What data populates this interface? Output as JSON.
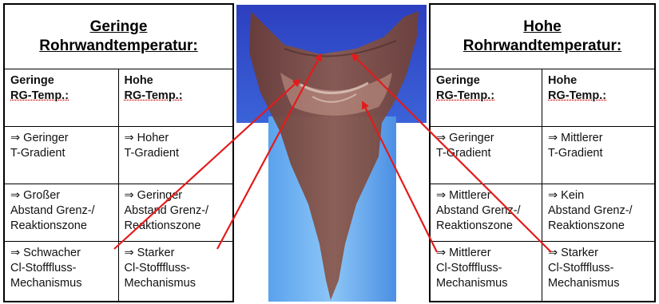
{
  "left_table": {
    "title_line1": "Geringe",
    "title_line2": "Rohrwandtemperatur:",
    "header": {
      "col1_line1": "Geringe",
      "col1_line2": "RG-Temp.:",
      "col2_line1": "Hohe",
      "col2_line2": "RG-Temp.:"
    },
    "rows": [
      {
        "col1": [
          "⇒ Geringer",
          "T-Gradient"
        ],
        "col2": [
          "⇒ Hoher",
          "T-Gradient"
        ]
      },
      {
        "col1": [
          "⇒ Großer",
          "Abstand Grenz-/",
          "Reaktionszone"
        ],
        "col2": [
          "⇒ Geringer",
          "Abstand Grenz-/",
          "Reaktionszone"
        ]
      },
      {
        "col1": [
          "⇒ Schwacher",
          "Cl-Stofffluss-",
          "Mechanismus"
        ],
        "col2": [
          "⇒ Starker",
          "Cl-Stofffluss-",
          "Mechanismus"
        ]
      }
    ]
  },
  "right_table": {
    "title_line1": "Hohe",
    "title_line2": "Rohrwandtemperatur:",
    "header": {
      "col1_line1": "Geringe",
      "col1_line2": "RG-Temp.:",
      "col2_line1": "Hohe",
      "col2_line2": "RG-Temp.:"
    },
    "rows": [
      {
        "col1": [
          "⇒ Geringer",
          "T-Gradient"
        ],
        "col2": [
          "⇒ Mittlerer",
          "T-Gradient"
        ]
      },
      {
        "col1": [
          "⇒ Mittlerer",
          "Abstand Grenz-/",
          "Reaktionszone"
        ],
        "col2": [
          "⇒ Kein",
          "Abstand Grenz-/",
          "Reaktionszone"
        ]
      },
      {
        "col1": [
          "⇒ Mittlerer",
          "Cl-Stofffluss-",
          "Mechanismus"
        ],
        "col2": [
          "⇒ Starker",
          "Cl-Stofffluss-",
          "Mechanismus"
        ]
      }
    ]
  },
  "colors": {
    "arrow": "#e31b1b",
    "photo_bg_top": "#2b46c8",
    "photo_bg_bottom": "#4a93e6",
    "specimen": "#7d5046"
  }
}
